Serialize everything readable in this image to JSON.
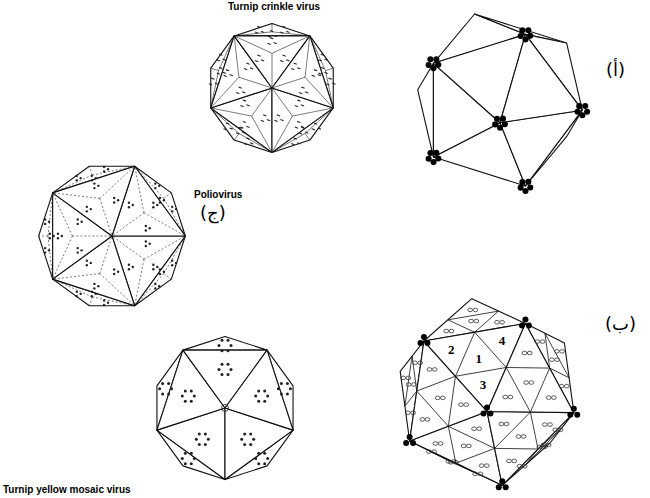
{
  "diagram": {
    "labels": [
      "Turnip crinkle virus",
      "(أ)",
      "(ج)",
      "Poliovirus",
      "(ب)",
      "2",
      "1",
      "4",
      "3",
      "Turnip yellow mosaic virus"
    ]
  }
}
